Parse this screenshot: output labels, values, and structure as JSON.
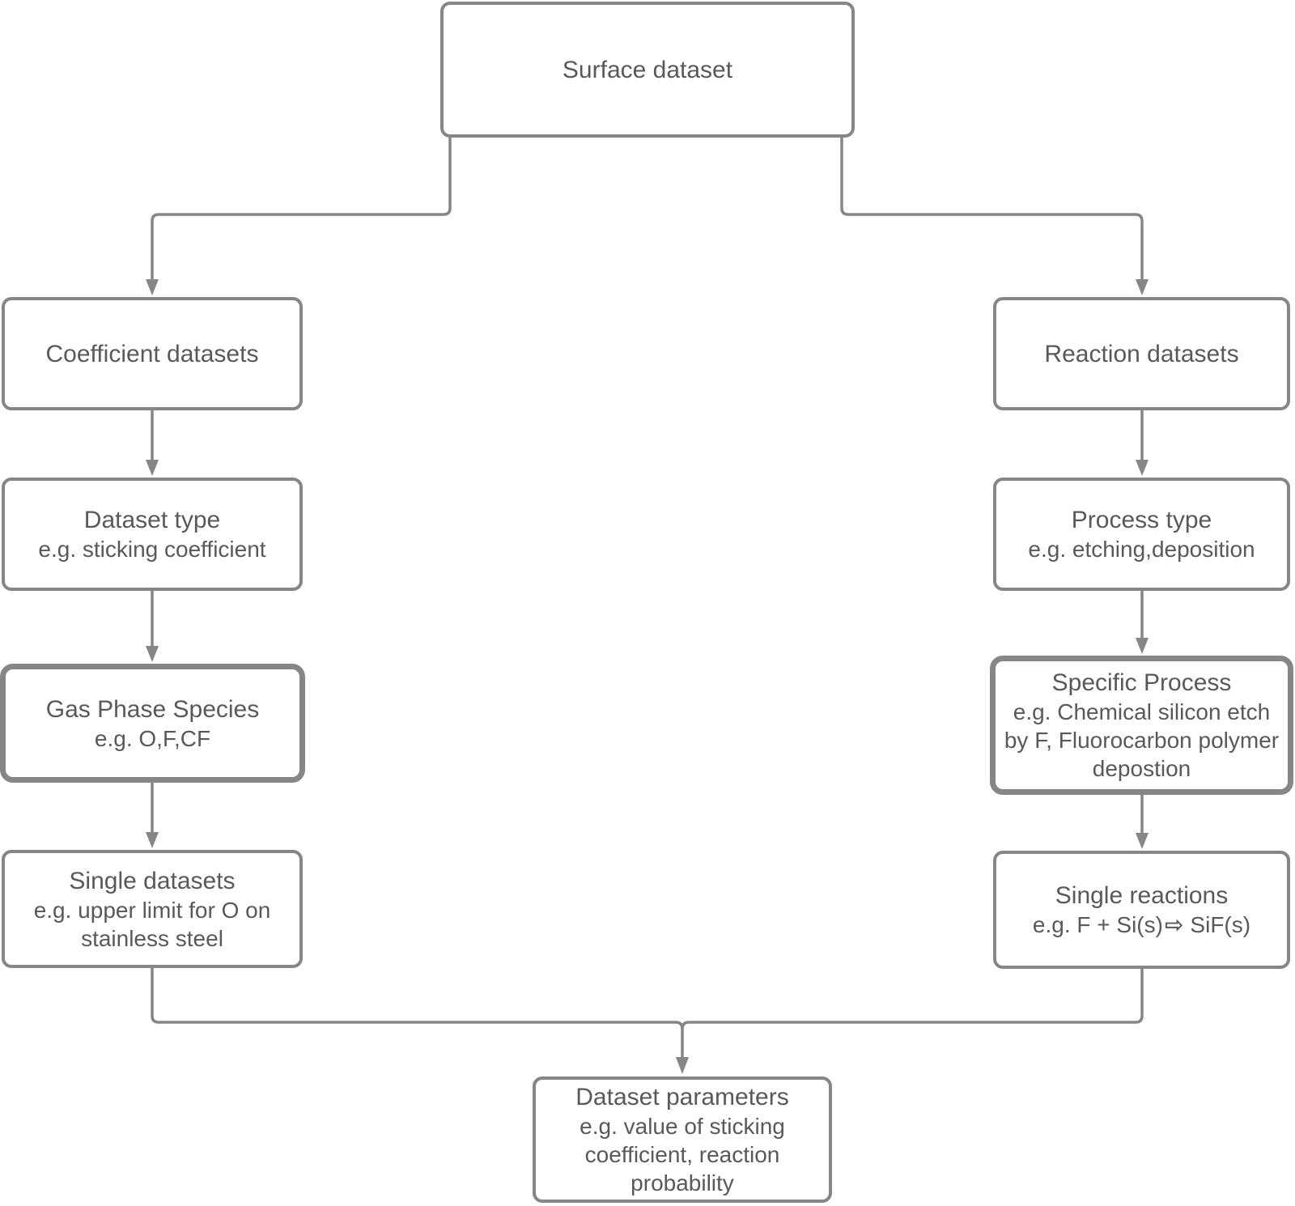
{
  "diagram": {
    "colors": {
      "line": "#868686",
      "text": "#595959",
      "background": "#ffffff"
    },
    "nodes": {
      "surface": {
        "title": "Surface dataset"
      },
      "coefficient": {
        "title": "Coefficient datasets"
      },
      "dataset_type": {
        "title": "Dataset type",
        "sub1": "e.g. sticking coefficient"
      },
      "gas_phase": {
        "title": "Gas Phase Species",
        "sub1": "e.g. O,F,CF"
      },
      "single_datasets": {
        "title": "Single datasets",
        "sub1": "e.g. upper limit for O on",
        "sub2": "stainless steel"
      },
      "reaction": {
        "title": "Reaction datasets"
      },
      "process_type": {
        "title": "Process type",
        "sub1": "e.g. etching,deposition"
      },
      "specific_process": {
        "title": "Specific Process",
        "sub1": "e.g. Chemical silicon etch",
        "sub2": "by F, Fluorocarbon polymer",
        "sub3": "depostion"
      },
      "single_reactions": {
        "title": "Single reactions",
        "sub_prefix": "e.g. F + Si(s)",
        "arrow_glyph": "⇨",
        "sub_suffix": "SiF(s)"
      },
      "dataset_parameters": {
        "title": "Dataset parameters",
        "sub1": "e.g. value of sticking",
        "sub2": "coefficient, reaction",
        "sub3": "probability"
      }
    }
  }
}
